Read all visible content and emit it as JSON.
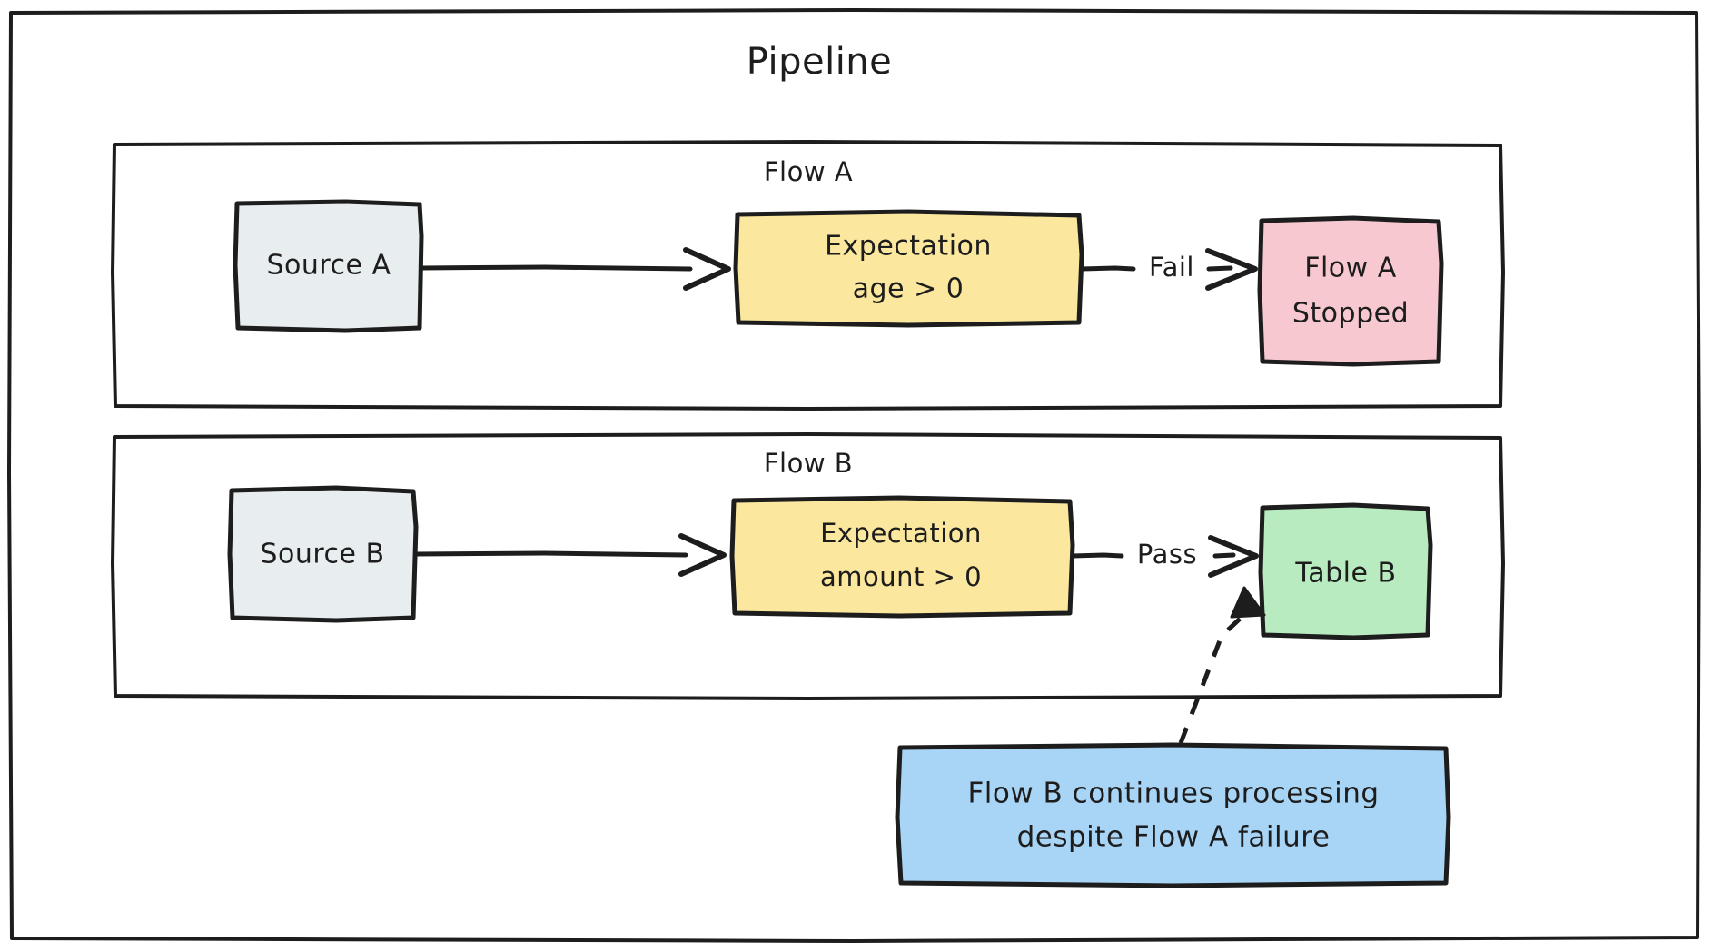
{
  "diagram": {
    "title": "Pipeline",
    "type": "flowchart",
    "style": "hand-drawn",
    "colors": {
      "stroke": "#1d1d1d",
      "background": "#ffffff",
      "source_fill": "#e8edf0",
      "expectation_fill": "#fbe89e",
      "failure_fill": "#f7c8cf",
      "success_fill": "#b8ebc0",
      "annotation_fill": "#a8d4f5"
    },
    "groups": [
      {
        "id": "flow_a",
        "label": "Flow A"
      },
      {
        "id": "flow_b",
        "label": "Flow B"
      }
    ],
    "nodes": {
      "source_a": {
        "label": "Source A"
      },
      "expectation_a": {
        "line1": "Expectation",
        "line2": "age > 0"
      },
      "flow_a_stopped": {
        "line1": "Flow A",
        "line2": "Stopped"
      },
      "source_b": {
        "label": "Source B"
      },
      "expectation_b": {
        "line1": "Expectation",
        "line2": "amount > 0"
      },
      "table_b": {
        "label": "Table B"
      }
    },
    "edges": [
      {
        "from": "source_a",
        "to": "expectation_a",
        "label": ""
      },
      {
        "from": "expectation_a",
        "to": "flow_a_stopped",
        "label": "Fail"
      },
      {
        "from": "source_b",
        "to": "expectation_b",
        "label": ""
      },
      {
        "from": "expectation_b",
        "to": "table_b",
        "label": "Pass"
      }
    ],
    "annotation": {
      "line1": "Flow B continues processing",
      "line2": "despite Flow A failure",
      "points_to": "table_b",
      "connector": "dashed"
    }
  }
}
